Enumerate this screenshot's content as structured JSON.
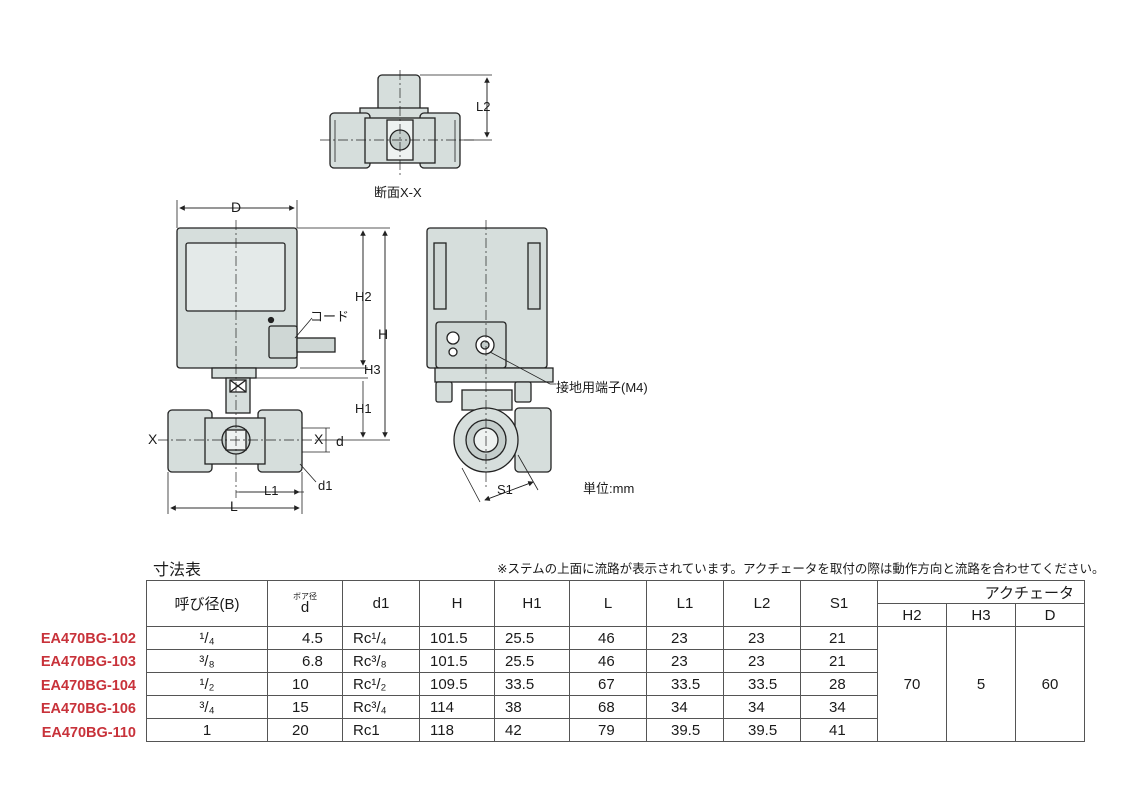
{
  "labels": {
    "section": "断面X-X",
    "D": "D",
    "H2": "H2",
    "H": "H",
    "H3": "H3",
    "H1": "H1",
    "X_left": "X",
    "X_right": "X",
    "d": "d",
    "d1": "d1",
    "L1": "L1",
    "L": "L",
    "L2": "L2",
    "S1": "S1",
    "cord": "コード",
    "ground": "接地用端子(M4)",
    "unit": "単位:mm"
  },
  "table": {
    "title": "寸法表",
    "note": "※ステムの上面に流路が表示されています。アクチェータを取付の際は動作方向と流路を合わせてください。",
    "headers": {
      "size": "呼び径(B)",
      "d_ruby": "ボア径",
      "d": "d",
      "d1": "d1",
      "H": "H",
      "H1": "H1",
      "L": "L",
      "L1": "L1",
      "L2": "L2",
      "S1": "S1",
      "actuator": "アクチェータ",
      "H2": "H2",
      "H3": "H3",
      "D": "D"
    },
    "rows": [
      {
        "model": "EA470BG-102",
        "size": "¹/₄",
        "d": "4.5",
        "d1": "Rc¹/₄",
        "H": "101.5",
        "H1": "25.5",
        "L": "46",
        "L1": "23",
        "L2": "23",
        "S1": "21"
      },
      {
        "model": "EA470BG-103",
        "size": "³/₈",
        "d": "6.8",
        "d1": "Rc³/₈",
        "H": "101.5",
        "H1": "25.5",
        "L": "46",
        "L1": "23",
        "L2": "23",
        "S1": "21"
      },
      {
        "model": "EA470BG-104",
        "size": "¹/₂",
        "d": "10",
        "d1": "Rc¹/₂",
        "H": "109.5",
        "H1": "33.5",
        "L": "67",
        "L1": "33.5",
        "L2": "33.5",
        "S1": "28"
      },
      {
        "model": "EA470BG-106",
        "size": "³/₄",
        "d": "15",
        "d1": "Rc³/₄",
        "H": "114",
        "H1": "38",
        "L": "68",
        "L1": "34",
        "L2": "34",
        "S1": "34"
      },
      {
        "model": "EA470BG-110",
        "size": "1",
        "d": "20",
        "d1": "Rc1",
        "H": "118",
        "H1": "42",
        "L": "79",
        "L1": "39.5",
        "L2": "39.5",
        "S1": "41"
      }
    ],
    "actuator_values": {
      "H2": "70",
      "H3": "5",
      "D": "60"
    }
  },
  "colors": {
    "body": "#d6dedc",
    "outline": "#222222",
    "model": "#c8323a"
  }
}
